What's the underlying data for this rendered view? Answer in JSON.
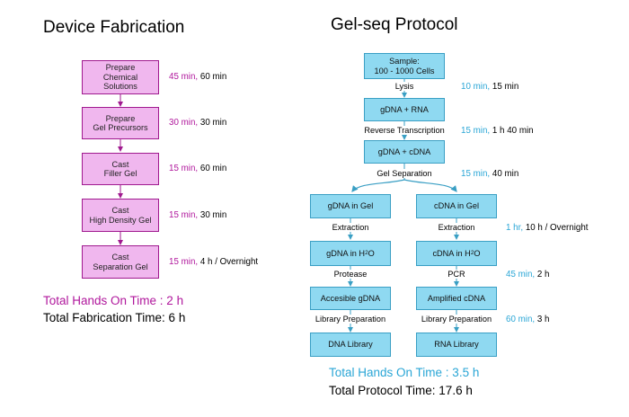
{
  "device": {
    "title": "Device Fabrication",
    "steps": [
      {
        "line1": "Prepare",
        "line2": "Chemical",
        "line3": "Solutions",
        "hands": "45 min,",
        "total": "60 min"
      },
      {
        "line1": "Prepare",
        "line2": "Gel Precursors",
        "line3": "",
        "hands": "30 min,",
        "total": "30 min"
      },
      {
        "line1": "Cast",
        "line2": "Filler Gel",
        "line3": "",
        "hands": "15 min,",
        "total": "60 min"
      },
      {
        "line1": "Cast",
        "line2": "High Density Gel",
        "line3": "",
        "hands": "15 min,",
        "total": "30 min"
      },
      {
        "line1": "Cast",
        "line2": "Separation Gel",
        "line3": "",
        "hands": "15 min,",
        "total": "4 h / Overnight"
      }
    ],
    "total_hands": "Total Hands On Time : 2 h",
    "total_time": "Total Fabrication Time: 6 h"
  },
  "gelseq": {
    "title": "Gel-seq Protocol",
    "sample_line1": "Sample:",
    "sample_line2": "100 - 1000 Cells",
    "lysis": "Lysis",
    "lysis_hands": "10 min,",
    "lysis_total": "15 min",
    "gdna_rna": "gDNA + RNA",
    "rt": "Reverse Transcription",
    "rt_hands": "15 min,",
    "rt_total": "1 h 40 min",
    "gdna_cdna": "gDNA + cDNA",
    "gel_sep": "Gel Separation",
    "gel_sep_hands": "15 min,",
    "gel_sep_total": "40 min",
    "left": {
      "in_gel": "gDNA in Gel",
      "extraction": "Extraction",
      "in_h2o_pre": "gDNA in H",
      "in_h2o_sub": "2",
      "in_h2o_post": "O",
      "step3": "Protease",
      "box3": "Accesible gDNA",
      "step4": "Library Preparation",
      "box4": "DNA Library"
    },
    "right": {
      "in_gel": "cDNA in Gel",
      "extraction": "Extraction",
      "in_h2o_pre": "cDNA in H",
      "in_h2o_sub": "2",
      "in_h2o_post": "O",
      "step3": "PCR",
      "box3": "Amplified cDNA",
      "step4": "Library Preparation",
      "box4": "RNA Library"
    },
    "extraction_hands": "1 hr,",
    "extraction_total": "10 h / Overnight",
    "pcr_hands": "45 min,",
    "pcr_total": "2 h",
    "lib_hands": "60 min,",
    "lib_total": "3 h",
    "total_hands": "Total Hands On Time : 3.5 h",
    "total_time": "Total Protocol Time: 17.6 h"
  },
  "colors": {
    "pink_fill": "#f0b7ee",
    "pink_border": "#a01a8f",
    "pink_text": "#b0179c",
    "blue_fill": "#8fd9f1",
    "blue_border": "#3a9fc4",
    "blue_text": "#2aa6d6"
  }
}
